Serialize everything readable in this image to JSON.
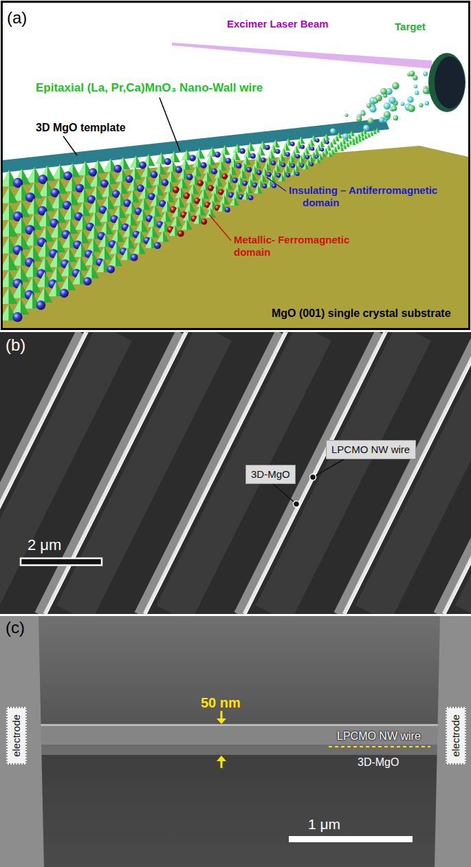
{
  "diagram": {
    "nodes": [
      {
        "text": [
          "3D-MgO"
        ]
      },
      {
        "text": [
          "LPCMO NW wire"
        ]
      },
      {
        "text": [
          "electrode"
        ]
      },
      {
        "text": [
          "electrode"
        ]
      }
    ],
    "labels": [
      "(a)",
      "Excimer Laser Beam",
      "Target",
      "Epitaxial (La, Pr,Ca)MnO₃ Nano-Wall wire",
      "3D MgO template",
      "Insulating – Antiferromagnetic domain",
      "Metallic- Ferromagnetic domain",
      "MgO (001) single crystal substrate",
      "(b)",
      "2 μm",
      "(c)",
      "50 nm",
      "LPCMO NW wire",
      "3D-MgO",
      "1 μm"
    ]
  }
}
